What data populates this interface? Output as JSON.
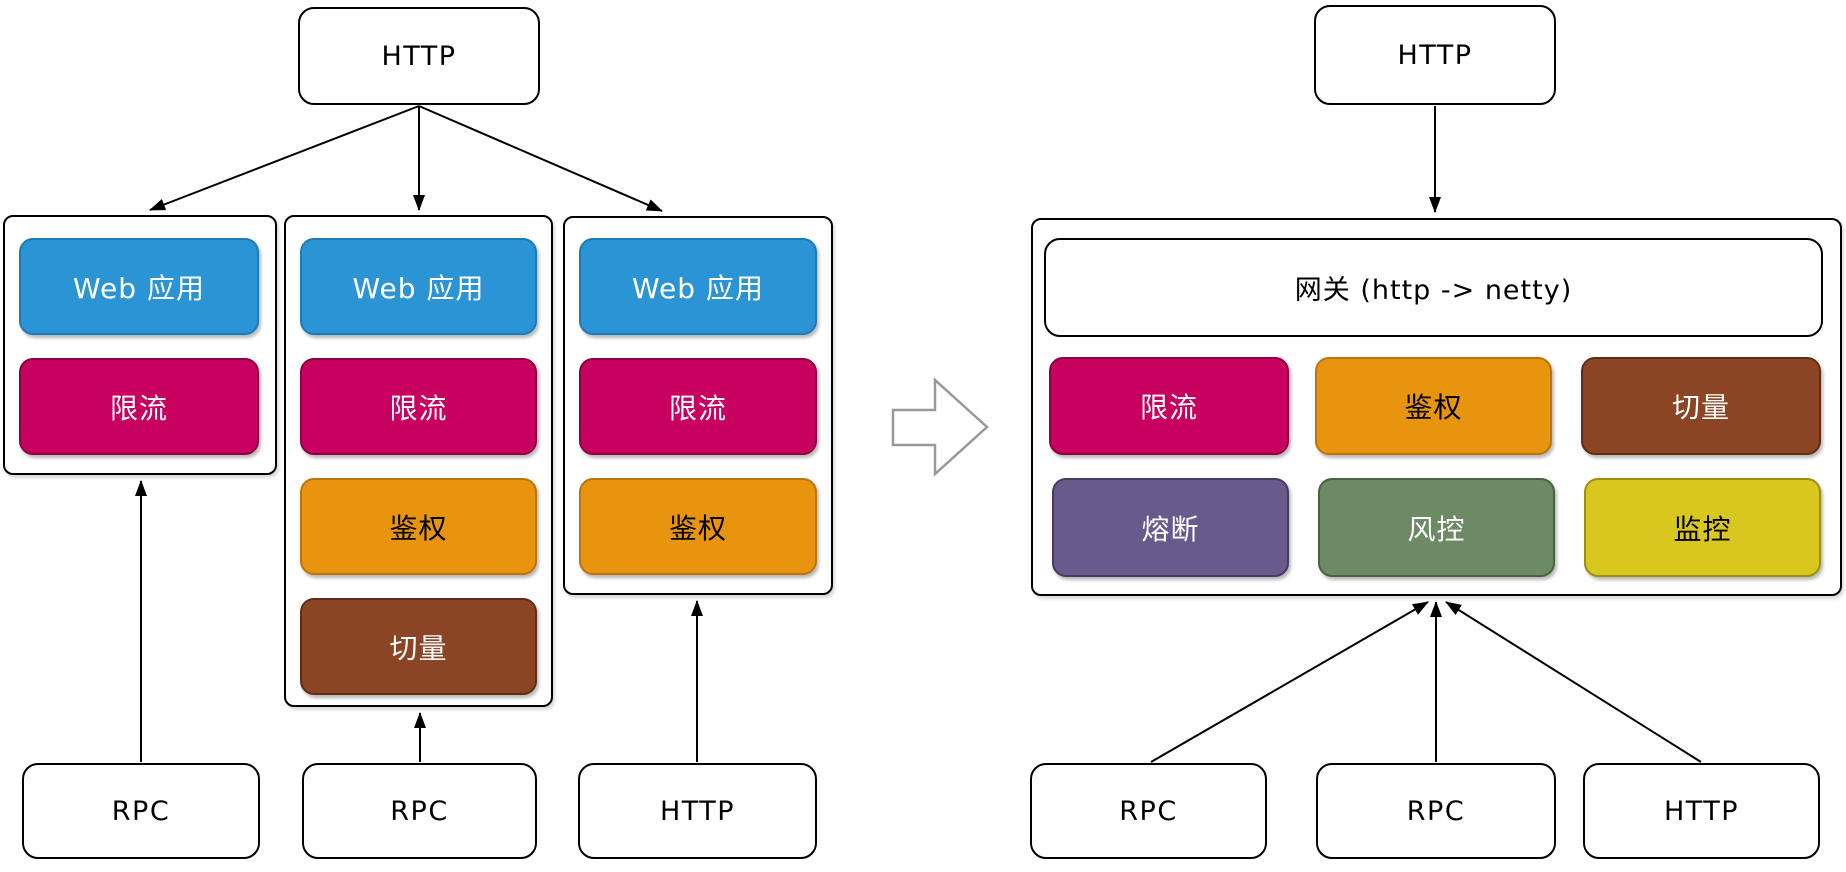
{
  "palette": {
    "blue": {
      "fill": "#2A94D5",
      "border": "#1E7AB8",
      "text": "#FFFFFF"
    },
    "pink": {
      "fill": "#C8005F",
      "border": "#8E0043",
      "text": "#FFFFFF"
    },
    "orange": {
      "fill": "#E9940F",
      "border": "#BA760C",
      "text": "#000000"
    },
    "brown": {
      "fill": "#8B4524",
      "border": "#5F2F14",
      "text": "#FFFFFF"
    },
    "purple": {
      "fill": "#695A8C",
      "border": "#473C60",
      "text": "#FFFFFF"
    },
    "green": {
      "fill": "#6C8A63",
      "border": "#4A6142",
      "text": "#FFFFFF"
    },
    "yellow": {
      "fill": "#D7C71E",
      "border": "#9C8F12",
      "text": "#000000"
    }
  },
  "left": {
    "source_top": {
      "label": "HTTP"
    },
    "stacks": [
      {
        "modules": [
          {
            "label": "Web 应用"
          },
          {
            "label": "限流"
          }
        ]
      },
      {
        "modules": [
          {
            "label": "Web 应用"
          },
          {
            "label": "限流"
          },
          {
            "label": "鉴权"
          },
          {
            "label": "切量"
          }
        ]
      },
      {
        "modules": [
          {
            "label": "Web 应用"
          },
          {
            "label": "限流"
          },
          {
            "label": "鉴权"
          }
        ]
      }
    ],
    "sources_bottom": [
      {
        "label": "RPC"
      },
      {
        "label": "RPC"
      },
      {
        "label": "HTTP"
      }
    ]
  },
  "right": {
    "source_top": {
      "label": "HTTP"
    },
    "gateway": {
      "label": "网关 (http -> netty)"
    },
    "module_rows": [
      [
        {
          "label": "限流"
        },
        {
          "label": "鉴权"
        },
        {
          "label": "切量"
        }
      ],
      [
        {
          "label": "熔断"
        },
        {
          "label": "风控"
        },
        {
          "label": "监控"
        }
      ]
    ],
    "sources_bottom": [
      {
        "label": "RPC"
      },
      {
        "label": "RPC"
      },
      {
        "label": "HTTP"
      }
    ]
  }
}
